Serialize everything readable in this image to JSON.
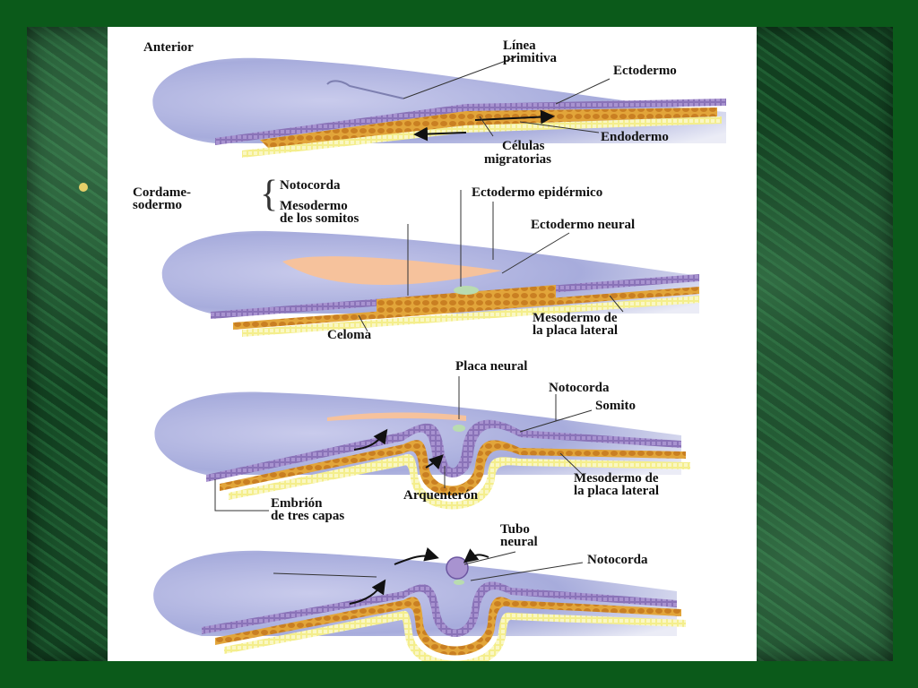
{
  "labels": {
    "anterior": "Anterior",
    "linea_primitiva_1": "Línea",
    "linea_primitiva_2": "primitiva",
    "ectodermo": "Ectodermo",
    "endodermo": "Endodermo",
    "celulas_1": "Células",
    "celulas_2": "migratorias",
    "cordame_1": "Cordame-",
    "cordame_2": "sodermo",
    "notocorda_2": "Notocorda",
    "mesodermo_somitos_1": "Mesodermo",
    "mesodermo_somitos_2": "de los somitos",
    "ecto_epidermico": "Ectodermo epidérmico",
    "ecto_neural": "Ectodermo neural",
    "meso_lateral_2a": "Mesodermo de",
    "meso_lateral_2b": "la placa lateral",
    "celoma": "Celoma",
    "placa_neural": "Placa neural",
    "notocorda_3": "Notocorda",
    "somito": "Somito",
    "meso_lateral_3a": "Mesodermo de",
    "meso_lateral_3b": "la placa lateral",
    "embrion_1": "Embrión",
    "embrion_2": "de tres capas",
    "arquenteron": "Arquenterón",
    "tubo_1": "Tubo",
    "tubo_2": "neural",
    "notocorda_4": "Notocorda"
  },
  "colors": {
    "frame_green": "#0b5a1a",
    "marble_green": "#174b27",
    "bullet": "#e6cf69",
    "embryo_blue": "#a7acdc",
    "ectoderm_purple": "#8a73b8",
    "mesoderm_orange": "#e2a53a",
    "endoderm_yellow": "#f4ee8c",
    "neural_plate": "#f6c29c",
    "notochord": "#b9dcb0"
  }
}
